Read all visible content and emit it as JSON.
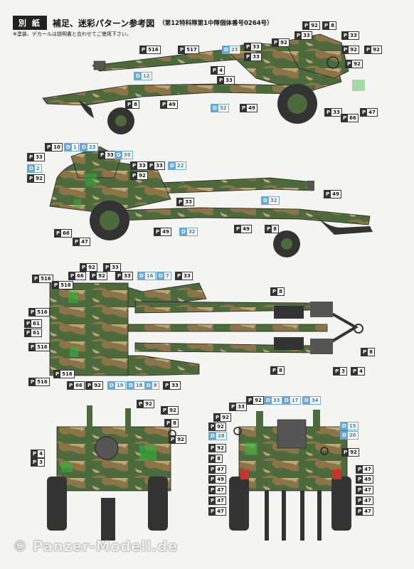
{
  "header": {
    "tag": "別 紙",
    "title": "補足、迷彩パターン参考図",
    "subtitle": "（第12特科隊第1中隊個体番号0264号）"
  },
  "note": "※塗装、デカールは説明書と合わせてご使用下さい。",
  "watermark": "© Panzer-Modell.de",
  "colors": {
    "brown": "#8c7448",
    "green": "#4d6a3c",
    "tan": "#b7a779",
    "dark": "#2b2b2b",
    "light_green": "#2fb43a",
    "red": "#c8332a"
  },
  "labels": [
    {
      "g": "P",
      "t": "92"
    },
    {
      "g": "P",
      "t": "8"
    },
    {
      "g": "P",
      "t": "33"
    },
    {
      "g": "P",
      "t": "33"
    },
    {
      "g": "P",
      "t": "92"
    },
    {
      "g": "P",
      "t": "92"
    },
    {
      "g": "P",
      "t": "516"
    },
    {
      "g": "P",
      "t": "517"
    },
    {
      "g": "D",
      "t": "23"
    },
    {
      "g": "P",
      "t": "33"
    },
    {
      "g": "P",
      "t": "33"
    },
    {
      "g": "P",
      "t": "92"
    },
    {
      "g": "P",
      "t": "92"
    },
    {
      "g": "P",
      "t": "4"
    },
    {
      "g": "P",
      "t": "33"
    },
    {
      "g": "D",
      "t": "12"
    },
    {
      "g": "P",
      "t": "8"
    },
    {
      "g": "P",
      "t": "49"
    },
    {
      "g": "D",
      "t": "32"
    },
    {
      "g": "P",
      "t": "49"
    },
    {
      "g": "P",
      "t": "33"
    },
    {
      "g": "P",
      "t": "66"
    },
    {
      "g": "P",
      "t": "47"
    },
    {
      "g": "P",
      "t": "10"
    },
    {
      "g": "D",
      "t": "1"
    },
    {
      "g": "D",
      "t": "23"
    },
    {
      "g": "P",
      "t": "33"
    },
    {
      "g": "P",
      "t": "33"
    },
    {
      "g": "D",
      "t": "35"
    },
    {
      "g": "D",
      "t": "2"
    },
    {
      "g": "P",
      "t": "33"
    },
    {
      "g": "P",
      "t": "33"
    },
    {
      "g": "D",
      "t": "22"
    },
    {
      "g": "P",
      "t": "92"
    },
    {
      "g": "P",
      "t": "92"
    },
    {
      "g": "P",
      "t": "49"
    },
    {
      "g": "D",
      "t": "32"
    },
    {
      "g": "P",
      "t": "33"
    },
    {
      "g": "P",
      "t": "66"
    },
    {
      "g": "P",
      "t": "49"
    },
    {
      "g": "D",
      "t": "32"
    },
    {
      "g": "P",
      "t": "49"
    },
    {
      "g": "P",
      "t": "8"
    },
    {
      "g": "P",
      "t": "47"
    },
    {
      "g": "P",
      "t": "516"
    },
    {
      "g": "P",
      "t": "66"
    },
    {
      "g": "P",
      "t": "92"
    },
    {
      "g": "P",
      "t": "33"
    },
    {
      "g": "P",
      "t": "92"
    },
    {
      "g": "P",
      "t": "33"
    },
    {
      "g": "D",
      "t": "16"
    },
    {
      "g": "D",
      "t": "7"
    },
    {
      "g": "P",
      "t": "33"
    },
    {
      "g": "P",
      "t": "516"
    },
    {
      "g": "P",
      "t": "8"
    },
    {
      "g": "P",
      "t": "516"
    },
    {
      "g": "P",
      "t": "61"
    },
    {
      "g": "P",
      "t": "61"
    },
    {
      "g": "P",
      "t": "516"
    },
    {
      "g": "P",
      "t": "516"
    },
    {
      "g": "P",
      "t": "516"
    },
    {
      "g": "P",
      "t": "8"
    },
    {
      "g": "P",
      "t": "8"
    },
    {
      "g": "P",
      "t": "3"
    },
    {
      "g": "P",
      "t": "4"
    },
    {
      "g": "P",
      "t": "66"
    },
    {
      "g": "P",
      "t": "92"
    },
    {
      "g": "D",
      "t": "19"
    },
    {
      "g": "D",
      "t": "18"
    },
    {
      "g": "D",
      "t": "8"
    },
    {
      "g": "P",
      "t": "33"
    },
    {
      "g": "P",
      "t": "92"
    },
    {
      "g": "P",
      "t": "92"
    },
    {
      "g": "P",
      "t": "8"
    },
    {
      "g": "P",
      "t": "92"
    },
    {
      "g": "P",
      "t": "4"
    },
    {
      "g": "P",
      "t": "3"
    },
    {
      "g": "P",
      "t": "92"
    },
    {
      "g": "D",
      "t": "33"
    },
    {
      "g": "D",
      "t": "17"
    },
    {
      "g": "D",
      "t": "34"
    },
    {
      "g": "P",
      "t": "33"
    },
    {
      "g": "P",
      "t": "92"
    },
    {
      "g": "D",
      "t": "15"
    },
    {
      "g": "P",
      "t": "92"
    },
    {
      "g": "D",
      "t": "20"
    },
    {
      "g": "D",
      "t": "28"
    },
    {
      "g": "P",
      "t": "92"
    },
    {
      "g": "P",
      "t": "92"
    },
    {
      "g": "P",
      "t": "8"
    },
    {
      "g": "P",
      "t": "47"
    },
    {
      "g": "P",
      "t": "47"
    },
    {
      "g": "P",
      "t": "49"
    },
    {
      "g": "P",
      "t": "49"
    },
    {
      "g": "P",
      "t": "47"
    },
    {
      "g": "P",
      "t": "47"
    },
    {
      "g": "P",
      "t": "47"
    },
    {
      "g": "P",
      "t": "47"
    },
    {
      "g": "P",
      "t": "47"
    },
    {
      "g": "P",
      "t": "47"
    }
  ]
}
